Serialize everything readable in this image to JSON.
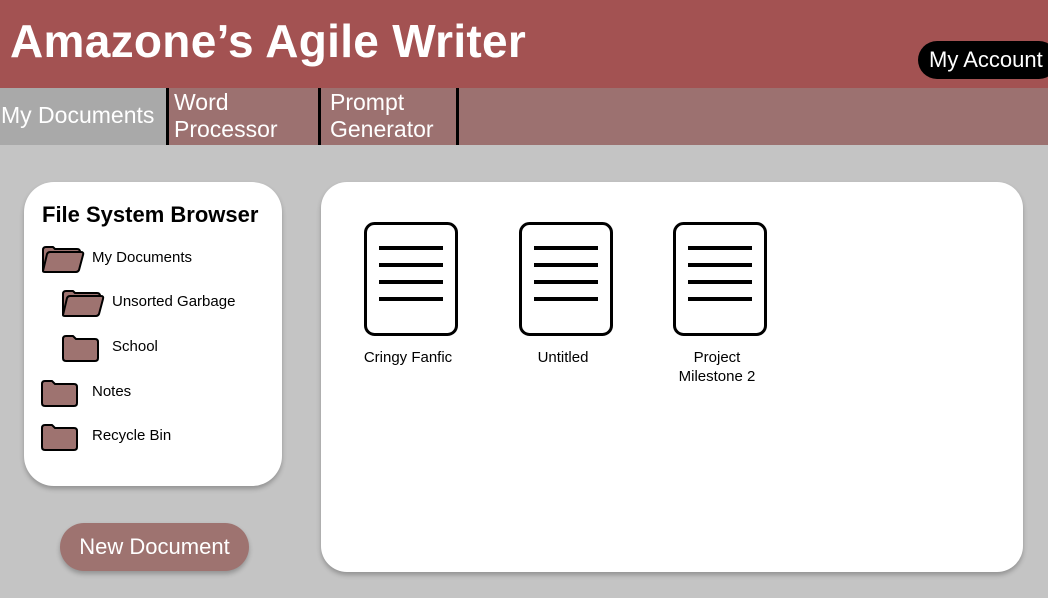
{
  "app": {
    "title": "Amazone’s Agile Writer",
    "account_label": "My Account"
  },
  "colors": {
    "header_bg": "#a35252",
    "tabbar_bg": "#9c7170",
    "active_tab_bg": "#a9a9a9",
    "page_bg": "#c4c4c4",
    "folder_fill": "#9e7370",
    "button_bg": "#9e7370"
  },
  "tabs": [
    {
      "line1": "My Documents",
      "line2": "",
      "active": true
    },
    {
      "line1": "Word",
      "line2": "Processor",
      "active": false
    },
    {
      "line1": "Prompt",
      "line2": "Generator",
      "active": false
    }
  ],
  "file_browser": {
    "title": "File System Browser",
    "folders": [
      {
        "label": "My Documents",
        "state": "open",
        "icon": "folder-open-icon"
      },
      {
        "label": "Unsorted Garbage",
        "state": "open",
        "icon": "folder-open-icon"
      },
      {
        "label": "School",
        "state": "closed",
        "icon": "folder-icon"
      },
      {
        "label": "Notes",
        "state": "closed",
        "icon": "folder-icon"
      },
      {
        "label": "Recycle Bin",
        "state": "closed",
        "icon": "folder-icon"
      }
    ]
  },
  "documents": [
    {
      "line1": "Cringy Fanfic",
      "line2": "",
      "icon": "document-icon"
    },
    {
      "line1": "Untitled",
      "line2": "",
      "icon": "document-icon"
    },
    {
      "line1": "Project",
      "line2": "Milestone 2",
      "icon": "document-icon"
    }
  ],
  "new_document_label": "New Document"
}
